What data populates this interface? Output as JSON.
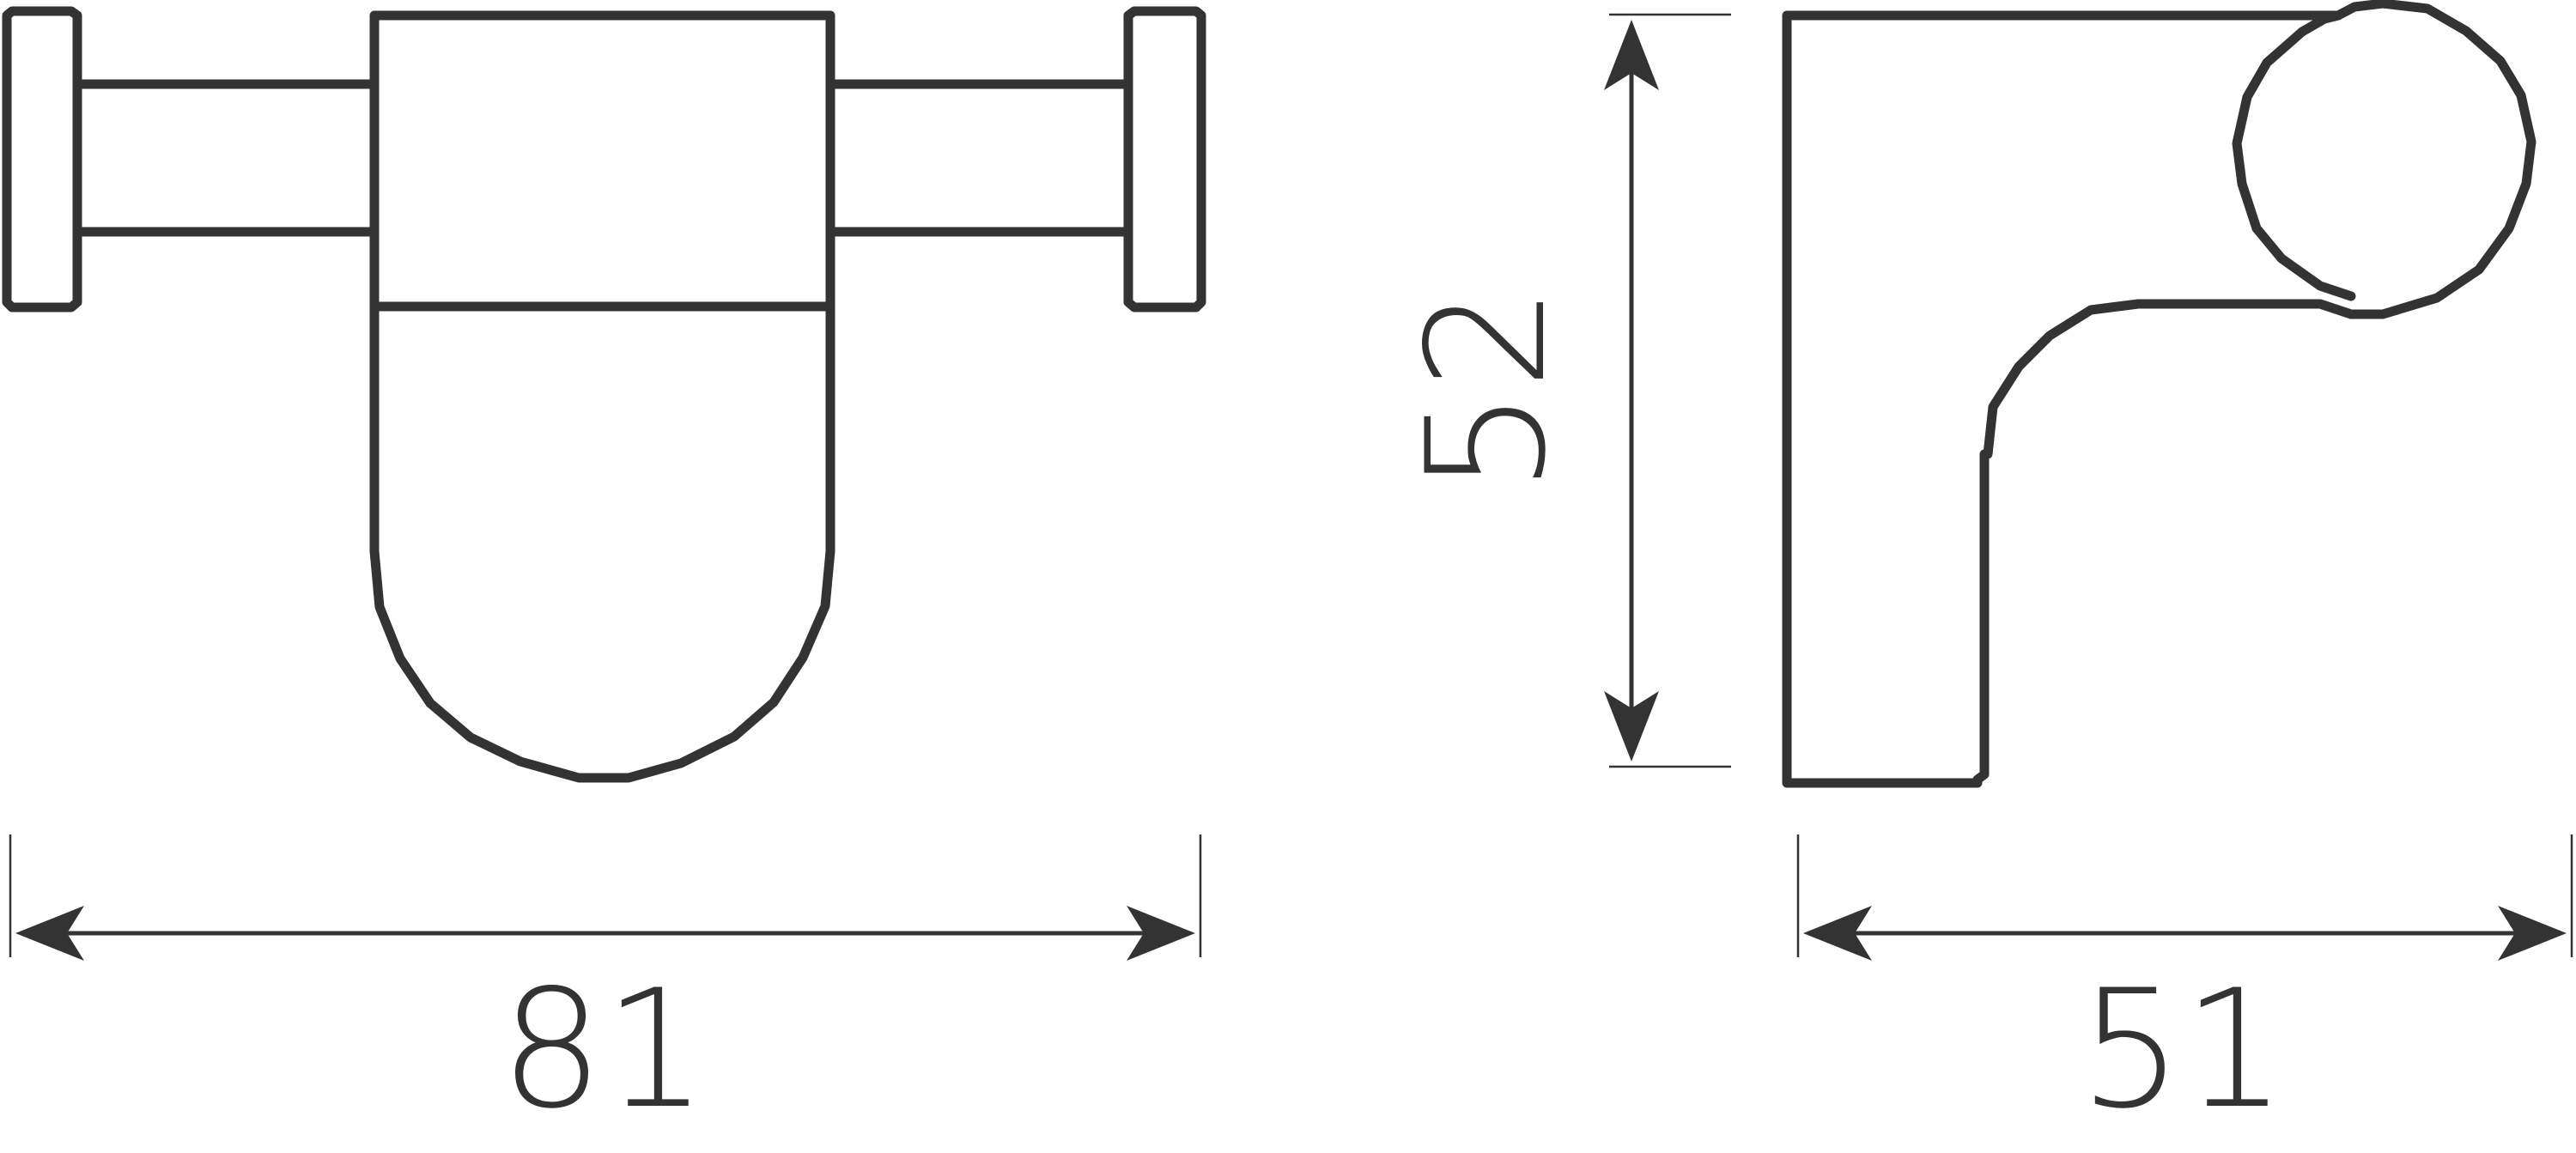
{
  "drawing": {
    "line_color": "#333333",
    "background": "#ffffff",
    "views": [
      {
        "name": "front-view"
      },
      {
        "name": "side-view"
      }
    ],
    "dimensions": {
      "width": "81",
      "height": "52",
      "depth": "51"
    }
  }
}
